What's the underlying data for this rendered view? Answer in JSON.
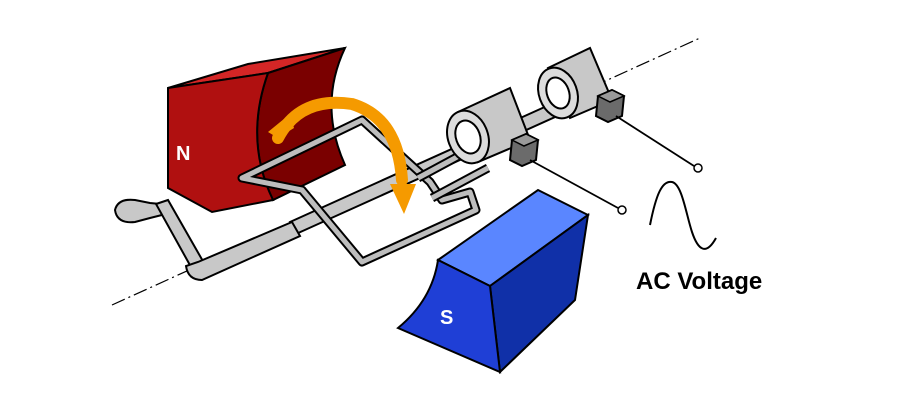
{
  "labels": {
    "north_pole": "N",
    "south_pole": "S",
    "output": "AC Voltage"
  },
  "colors": {
    "north_magnet_front": "#b01010",
    "north_magnet_top": "#d42626",
    "north_magnet_side": "#7a0000",
    "south_magnet_front": "#1f3fd6",
    "south_magnet_top": "#5a86ff",
    "south_magnet_side": "#1030a8",
    "coil": "#bdbdbd",
    "shaft": "#c8c8c8",
    "rotation_arrow": "#f59a00",
    "outline": "#000000"
  }
}
